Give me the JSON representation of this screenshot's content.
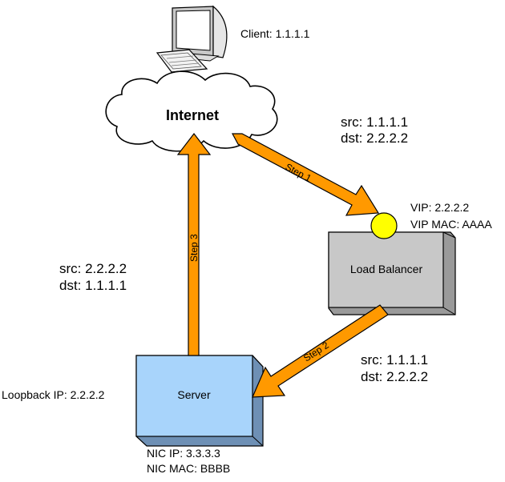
{
  "client": {
    "label": "Client: 1.1.1.1"
  },
  "internet": {
    "label": "Internet"
  },
  "load_balancer": {
    "label": "Load Balancer",
    "vip_label": "VIP: 2.2.2.2",
    "vip_mac_label": "VIP MAC: AAAA"
  },
  "server": {
    "label": "Server",
    "loopback_label": "Loopback IP: 2.2.2.2",
    "nic_ip_label": "NIC IP: 3.3.3.3",
    "nic_mac_label": "NIC MAC: BBBB"
  },
  "step1": {
    "label": "Step 1",
    "src": "src: 1.1.1.1",
    "dst": "dst: 2.2.2.2"
  },
  "step2": {
    "label": "Step 2",
    "src": "src: 1.1.1.1",
    "dst": "dst: 2.2.2.2"
  },
  "step3": {
    "label": "Step 3",
    "src": "src: 2.2.2.2",
    "dst": "dst: 1.1.1.1"
  },
  "colors": {
    "arrow_fill": "#FF9900",
    "load_balancer_fill": "#C8C8C8",
    "server_fill": "#A8D4FB",
    "vip_fill": "#FFFF00"
  }
}
